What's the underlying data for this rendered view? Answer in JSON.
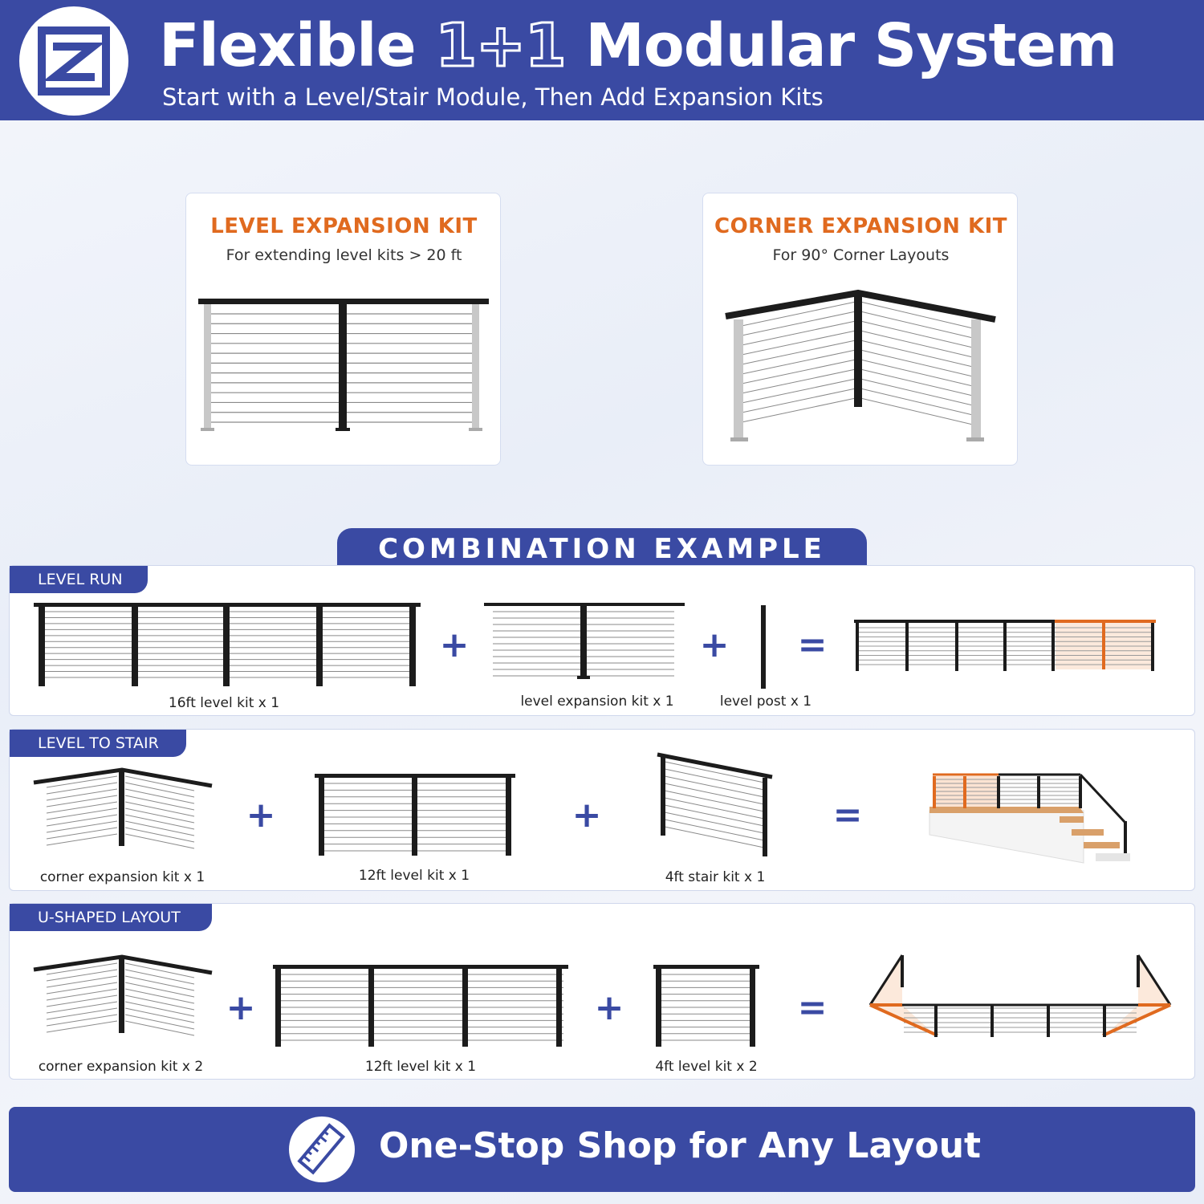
{
  "header": {
    "title_pre": "Flexible ",
    "title_num": "1+1",
    "title_post": " Modular System",
    "subtitle": "Start with a Level/Stair Module, Then Add Expansion Kits"
  },
  "kits": {
    "level": {
      "title": "LEVEL EXPANSION KIT",
      "subtitle": "For extending level kits > 20 ft"
    },
    "corner": {
      "title": "CORNER EXPANSION KIT",
      "subtitle": "For 90° Corner Layouts"
    }
  },
  "combo_title": "COMBINATION EXAMPLE",
  "sections": {
    "level_run": {
      "label": "LEVEL RUN",
      "captions": [
        "16ft level kit x 1",
        "level expansion kit x 1",
        "level post x 1"
      ]
    },
    "level_stair": {
      "label": "LEVEL TO STAIR",
      "captions": [
        "corner expansion kit x 1",
        "12ft level kit x 1",
        "4ft stair kit x 1"
      ]
    },
    "u_shaped": {
      "label": "U-SHAPED LAYOUT",
      "captions": [
        "corner expansion kit x 2",
        "12ft level kit x 1",
        "4ft level kit x 2"
      ]
    }
  },
  "operators": {
    "plus": "+",
    "equals": "="
  },
  "footer": {
    "text": "One-Stop Shop for Any Layout"
  },
  "colors": {
    "brand": "#3a4aa3",
    "accent": "#e06a1f",
    "post": "#1c1c1c",
    "cable": "#9a9a9a",
    "silver_post": "#c8c8c8"
  },
  "icons": {
    "logo": "zigzag-square-logo-icon",
    "footer": "ruler-icon"
  }
}
